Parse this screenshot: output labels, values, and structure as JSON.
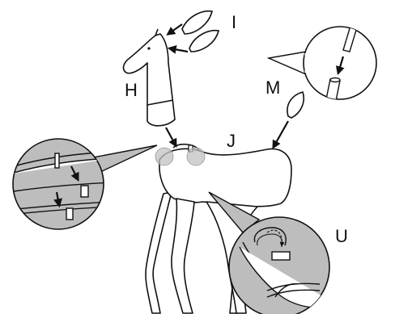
{
  "labels": {
    "i": "I",
    "h": "H",
    "m": "M",
    "j": "J",
    "u": "U"
  },
  "colors": {
    "ink": "#111111",
    "callout_fill": "#bdbdbd",
    "highlight_dot": "#c2c2c2",
    "paper": "#ffffff"
  }
}
